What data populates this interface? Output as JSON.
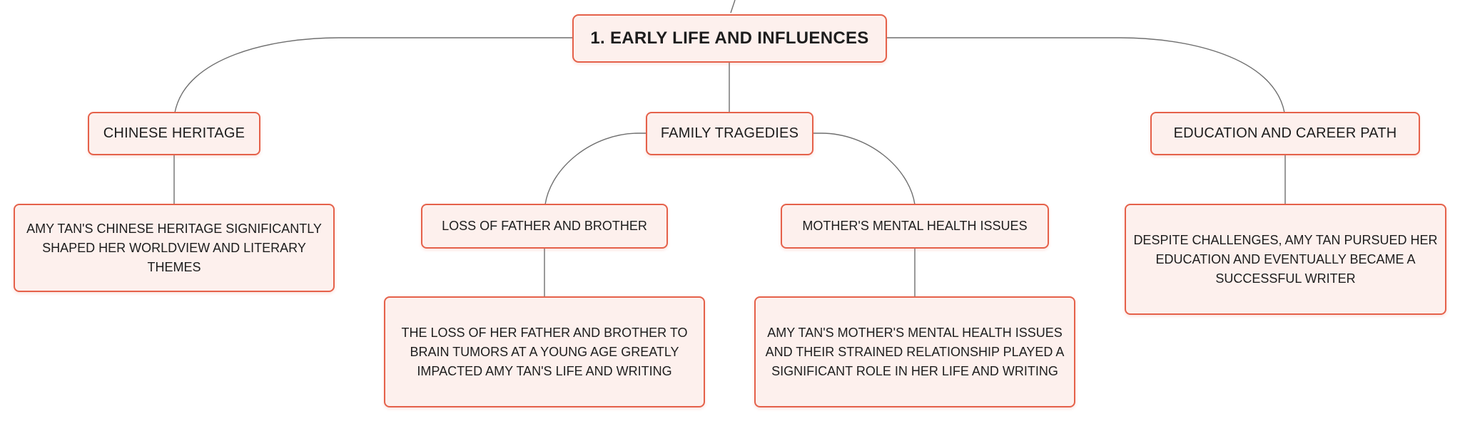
{
  "colors": {
    "node_border": "#e5614a",
    "node_fill": "#fdf0ed",
    "connector": "#6f6f6f",
    "text": "#1d1d1d"
  },
  "root": {
    "label": "1. EARLY LIFE AND INFLUENCES"
  },
  "branches": {
    "heritage": {
      "label": "CHINESE HERITAGE",
      "detail": "AMY TAN'S CHINESE HERITAGE SIGNIFICANTLY SHAPED HER WORLDVIEW AND LITERARY THEMES"
    },
    "family": {
      "label": "FAMILY TRAGEDIES",
      "loss": {
        "label": "LOSS OF FATHER AND BROTHER",
        "detail": "THE LOSS OF HER FATHER AND BROTHER TO BRAIN TUMORS AT A YOUNG AGE GREATLY IMPACTED AMY TAN'S LIFE AND WRITING"
      },
      "mother": {
        "label": "MOTHER'S MENTAL HEALTH ISSUES",
        "detail": "AMY TAN'S MOTHER'S MENTAL HEALTH ISSUES AND THEIR STRAINED RELATIONSHIP PLAYED A SIGNIFICANT ROLE IN HER LIFE AND WRITING"
      }
    },
    "education": {
      "label": "EDUCATION AND CAREER PATH",
      "detail": "DESPITE CHALLENGES, AMY TAN PURSUED HER EDUCATION AND EVENTUALLY BECAME A SUCCESSFUL WRITER"
    }
  }
}
